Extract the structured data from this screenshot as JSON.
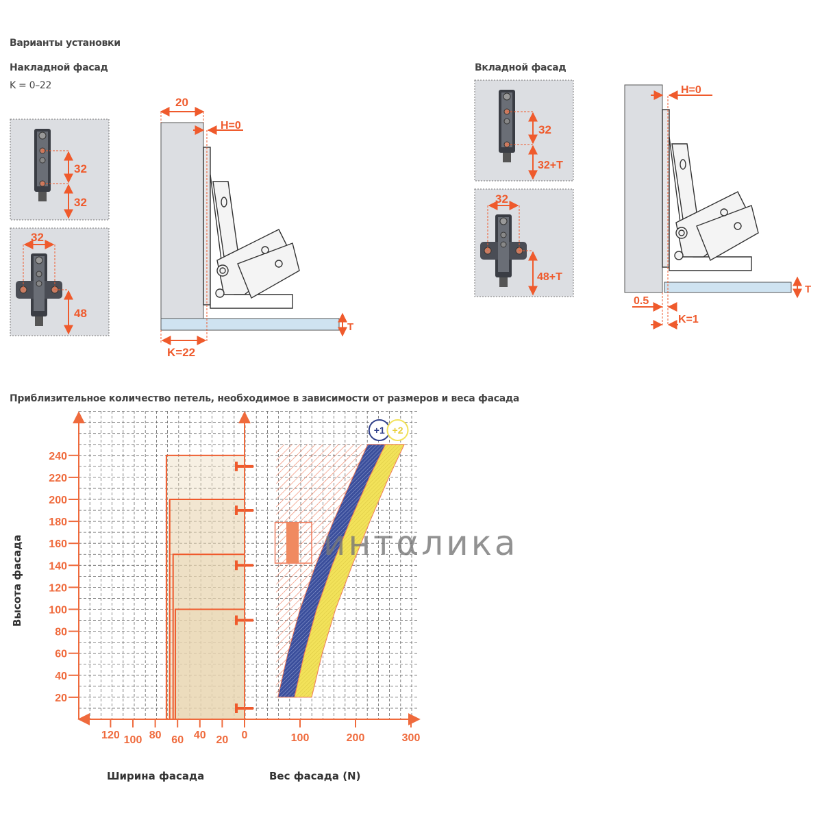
{
  "header": {
    "title": "Варианты установки",
    "overlay": {
      "title": "Накладной фасад",
      "k_range": "K = 0–22"
    },
    "inset": {
      "title": "Вкладной фасад"
    }
  },
  "overlay_diagrams": {
    "plate1": {
      "dim_a": "32",
      "dim_b": "32"
    },
    "plate2": {
      "dim_w": "32",
      "dim_h": "48"
    },
    "side": {
      "width": "20",
      "h": "H=0",
      "t": "T",
      "k": "K=22"
    }
  },
  "inset_diagrams": {
    "plate1": {
      "dim_a": "32",
      "dim_b": "32+T"
    },
    "plate2": {
      "dim_w": "32",
      "dim_h": "48+T"
    },
    "side": {
      "h": "H=0",
      "t": "T",
      "gap": "0.5",
      "k": "K=1"
    }
  },
  "colors": {
    "accent": "#ef5a2c",
    "band1": "#3b4f9c",
    "band2": "#f2e25a",
    "panel": "#dcdee2"
  },
  "watermark": "интαлика",
  "chart_data": {
    "type": "area",
    "title": "Приблизительное количество петель, необходимое в зависимости от размеров и веса фасада",
    "ylabel": "Высота фасада",
    "xlabel_left": "Ширина фасада",
    "xlabel_right": "Вес фасада (N)",
    "y_ticks": [
      "20",
      "40",
      "60",
      "80",
      "100",
      "120",
      "140",
      "160",
      "180",
      "200",
      "220",
      "240"
    ],
    "width_ticks": [
      "120",
      "100",
      "80",
      "60",
      "40",
      "20",
      "0"
    ],
    "weight_ticks": [
      "100",
      "200",
      "300"
    ],
    "ylim": [
      0,
      270
    ],
    "width_lim": [
      0,
      150
    ],
    "weight_lim": [
      0,
      310
    ],
    "width_zones": [
      {
        "max_height": 240,
        "max_width": 70
      },
      {
        "max_height": 200,
        "max_width": 67
      },
      {
        "max_height": 150,
        "max_width": 64
      },
      {
        "max_height": 100,
        "max_width": 62
      }
    ],
    "hinge_count_markers": [
      10,
      90,
      140,
      190,
      230
    ],
    "bands": [
      {
        "name": "+1",
        "color": "#3b4f9c",
        "heights": [
          20,
          60,
          100,
          140,
          180,
          220,
          250
        ],
        "weight_from": [
          60,
          78,
          100,
          128,
          160,
          195,
          222
        ],
        "weight_to": [
          90,
          108,
          130,
          158,
          190,
          225,
          254
        ]
      },
      {
        "name": "+2",
        "color": "#f2e25a",
        "heights": [
          20,
          60,
          100,
          140,
          180,
          220,
          250
        ],
        "weight_from": [
          90,
          108,
          130,
          158,
          190,
          225,
          254
        ],
        "weight_to": [
          121,
          140,
          164,
          194,
          226,
          260,
          288
        ]
      }
    ],
    "hatched_region": {
      "weight_from": 57,
      "height_range": [
        20,
        250
      ]
    },
    "example_box": {
      "weight_range": [
        55,
        121
      ],
      "height_range": [
        142,
        179
      ]
    }
  }
}
